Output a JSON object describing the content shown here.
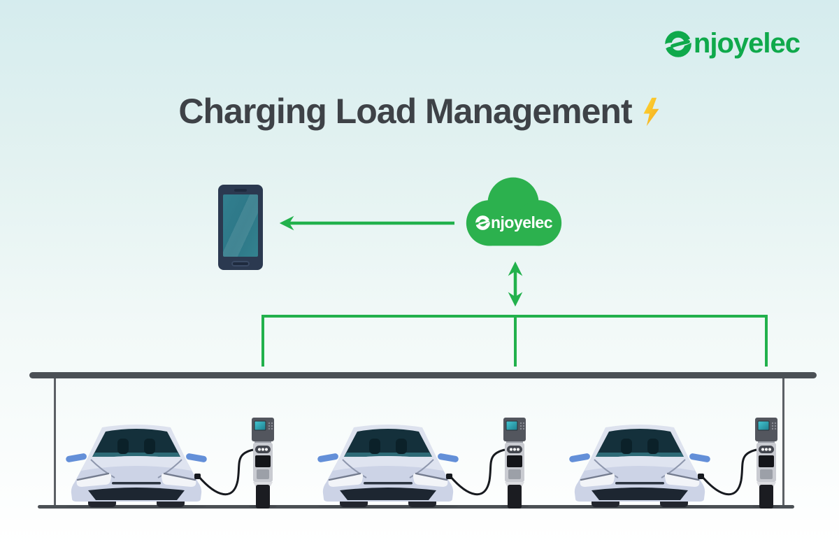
{
  "brand": {
    "name": "enjoyelec"
  },
  "title": {
    "text": "Charging Load Management",
    "icon": "lightning-bolt"
  },
  "cloud": {
    "label": "enjoyelec"
  },
  "diagram": {
    "charging_bays": 3,
    "links": [
      {
        "from": "enjoyelec-cloud",
        "to": "smartphone",
        "direction": "one-way"
      },
      {
        "from": "enjoyelec-cloud",
        "to": "charging-canopy",
        "direction": "two-way"
      }
    ],
    "colors": {
      "brand_green": "#0fa94b",
      "connection_green": "#22b14c",
      "cloud_green": "#2cb14e",
      "title_charcoal": "#3e4247",
      "structure_gray": "#4b5055",
      "bolt_yellow": "#ffc928"
    }
  }
}
